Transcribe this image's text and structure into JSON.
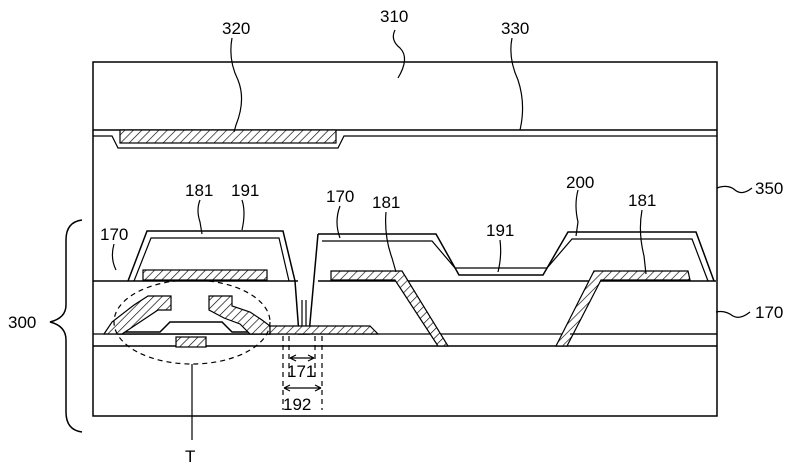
{
  "labels": {
    "ref_310": "310",
    "ref_320": "320",
    "ref_330": "330",
    "ref_350": "350",
    "ref_300": "300",
    "ref_200": "200",
    "ref_191_left": "191",
    "ref_191_mid": "191",
    "ref_181_left": "181",
    "ref_181_mid": "181",
    "ref_181_right": "181",
    "ref_170_left": "170",
    "ref_170_mid": "170",
    "ref_170_right": "170",
    "ref_171": "171",
    "ref_192": "192",
    "ref_T": "T"
  }
}
